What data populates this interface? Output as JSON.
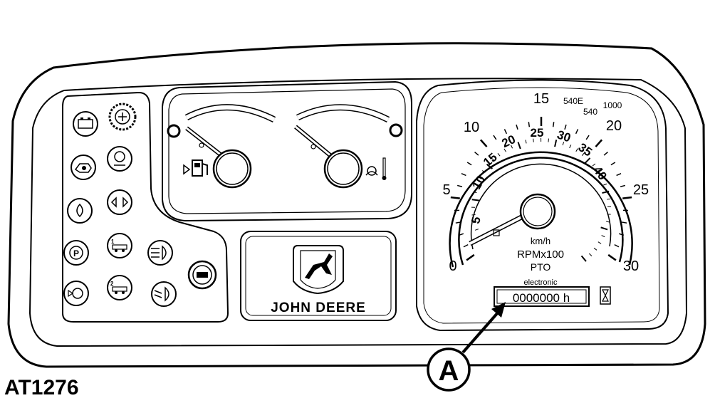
{
  "figure": {
    "code": "AT1276"
  },
  "brand": {
    "name": "JOHN DEERE"
  },
  "speedometer": {
    "outer_scale": [
      "0",
      "5",
      "10",
      "15",
      "20",
      "25",
      "30"
    ],
    "inner_scale": [
      "5",
      "10",
      "15",
      "20",
      "25",
      "30",
      "35",
      "40"
    ],
    "pto_marks": [
      "540E",
      "540",
      "1000"
    ],
    "unit_speed": "km/h",
    "unit_rpm": "RPMx100",
    "unit_pto": "PTO"
  },
  "hour_meter": {
    "caption": "electronic",
    "value": "0000000 h"
  },
  "callout": {
    "letter": "A"
  },
  "indicators": [
    "battery-icon",
    "air-filter-icon",
    "oil-pressure-icon",
    "transmission-icon",
    "hydraulic-icon",
    "turn-signal-icon",
    "parking-brake-icon",
    "first-trailer-icon",
    "high-beam-icon",
    "brake-fluid-icon",
    "second-trailer-icon",
    "low-beam-icon",
    "four-wheel-drive-icon"
  ],
  "gauges": [
    "fuel-gauge",
    "coolant-temperature-gauge"
  ]
}
